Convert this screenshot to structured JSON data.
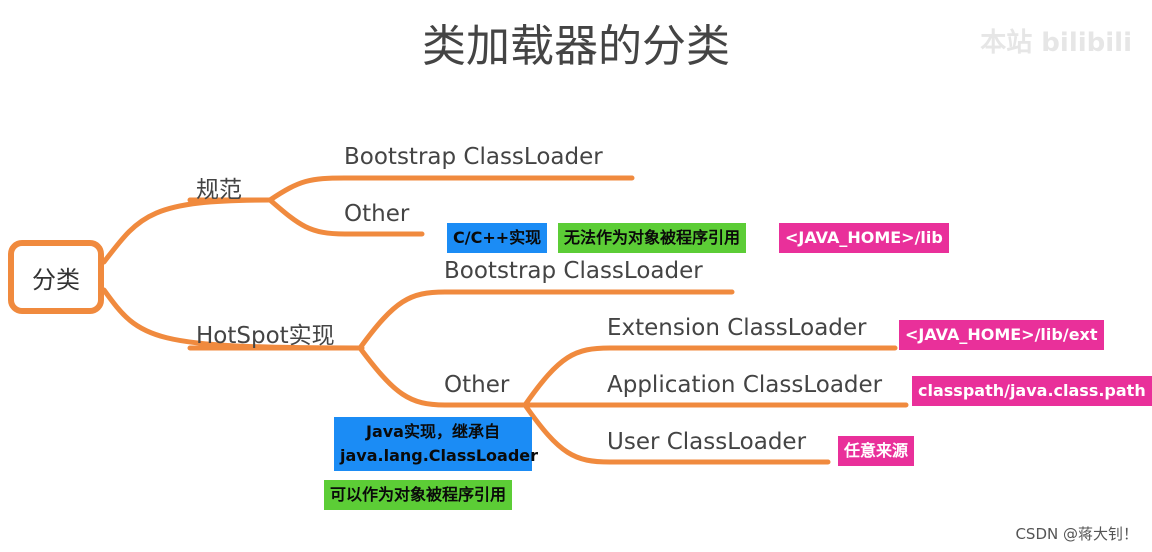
{
  "title": "类加载器的分类",
  "watermark": "本站 bilibili",
  "credit": "CSDN @蒋大钊！",
  "colors": {
    "branch": "#f08a3e",
    "blue": "#1b8cf5",
    "green": "#5ccd36",
    "pink": "#e9309a"
  },
  "root": "分类",
  "spec": {
    "label": "规范",
    "bootstrap": "Bootstrap ClassLoader",
    "other": "Other",
    "tags": [
      "C/C++实现",
      "无法作为对象被程序引用",
      "<JAVA_HOME>/lib"
    ]
  },
  "hotspot": {
    "label": "HotSpot实现",
    "bootstrap": "Bootstrap ClassLoader",
    "other": "Other",
    "other_tag_java": "Java实现，继承自 java.lang.ClassLoader",
    "other_tag_ref": "可以作为对象被程序引用",
    "extension": "Extension ClassLoader",
    "extension_tag": "<JAVA_HOME>/lib/ext",
    "application": "Application ClassLoader",
    "application_tag": "classpath/java.class.path",
    "user": "User ClassLoader",
    "user_tag": "任意来源"
  }
}
